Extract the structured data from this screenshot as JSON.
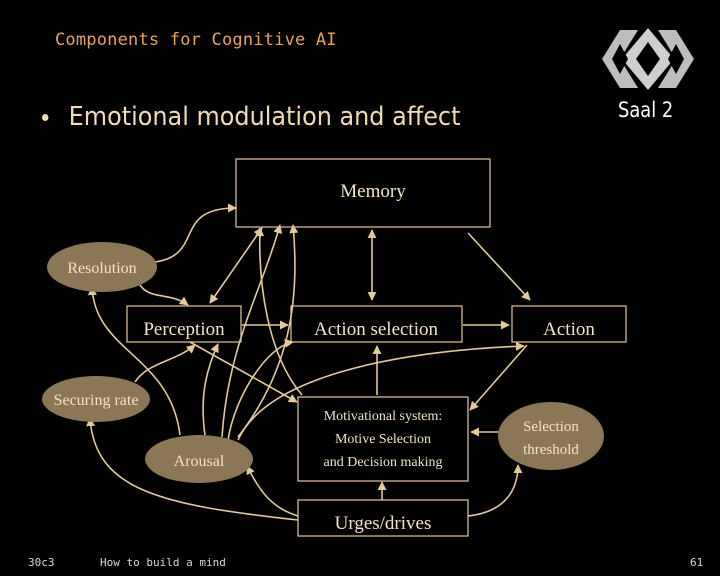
{
  "slide": {
    "title": "Components for Cognitive AI",
    "bullet": "Emotional modulation and affect",
    "room_label": "Saal 2"
  },
  "diagram": {
    "memory": "Memory",
    "perception": "Perception",
    "action_selection": "Action selection",
    "action": "Action",
    "motivational_system": [
      "Motivational system:",
      "Motive Selection",
      "and Decision making"
    ],
    "urges_drives": "Urges/drives",
    "resolution": "Resolution",
    "securing_rate": "Securing rate",
    "arousal": "Arousal",
    "selection_threshold": [
      "Selection",
      "threshold"
    ]
  },
  "footer": {
    "event": "30c3",
    "talk": "How to build a mind",
    "page": "61"
  },
  "colors": {
    "title": "#e8a35a",
    "bullet": "#f0dcb0",
    "box_stroke": "#e4c99a",
    "ellipse_fill": "#8b7656",
    "background": "#000000"
  },
  "icons": [
    "logo-icon",
    "bullet-icon"
  ]
}
